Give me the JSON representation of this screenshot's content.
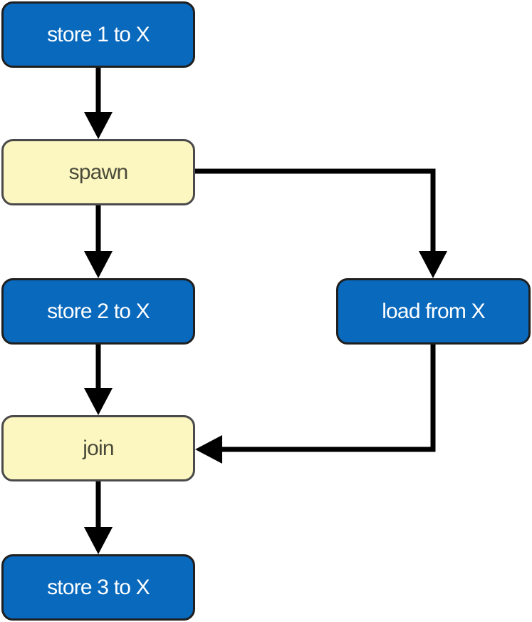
{
  "diagram": {
    "nodes": {
      "store1": {
        "label": "store 1 to X"
      },
      "spawn": {
        "label": "spawn"
      },
      "store2": {
        "label": "store 2 to X"
      },
      "load": {
        "label": "load from X"
      },
      "join": {
        "label": "join"
      },
      "store3": {
        "label": "store 3 to X"
      }
    },
    "edges": [
      {
        "from": "store1",
        "to": "spawn"
      },
      {
        "from": "spawn",
        "to": "store2"
      },
      {
        "from": "spawn",
        "to": "load"
      },
      {
        "from": "store2",
        "to": "join"
      },
      {
        "from": "load",
        "to": "join"
      },
      {
        "from": "join",
        "to": "store3"
      }
    ],
    "colors": {
      "action_node": "#0869bd",
      "sync_node": "#fcf6c0",
      "arrow": "#000000"
    }
  }
}
